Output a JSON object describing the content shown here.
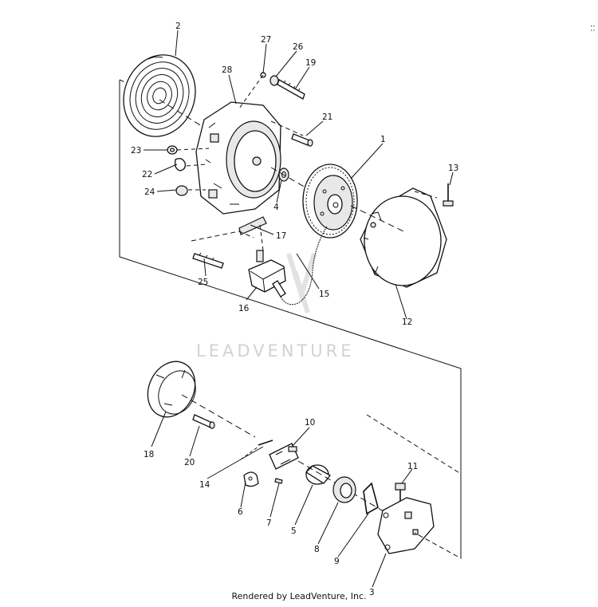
{
  "watermark": "LEADVENTURE",
  "footer": "Rendered by LeadVenture, Inc.",
  "corner_mark": "::",
  "callouts": [
    "2",
    "27",
    "26",
    "19",
    "28",
    "21",
    "1",
    "13",
    "23",
    "22",
    "24",
    "4",
    "17",
    "25",
    "16",
    "15",
    "12",
    "10",
    "18",
    "20",
    "11",
    "14",
    "6",
    "7",
    "5",
    "8",
    "9",
    "3"
  ]
}
